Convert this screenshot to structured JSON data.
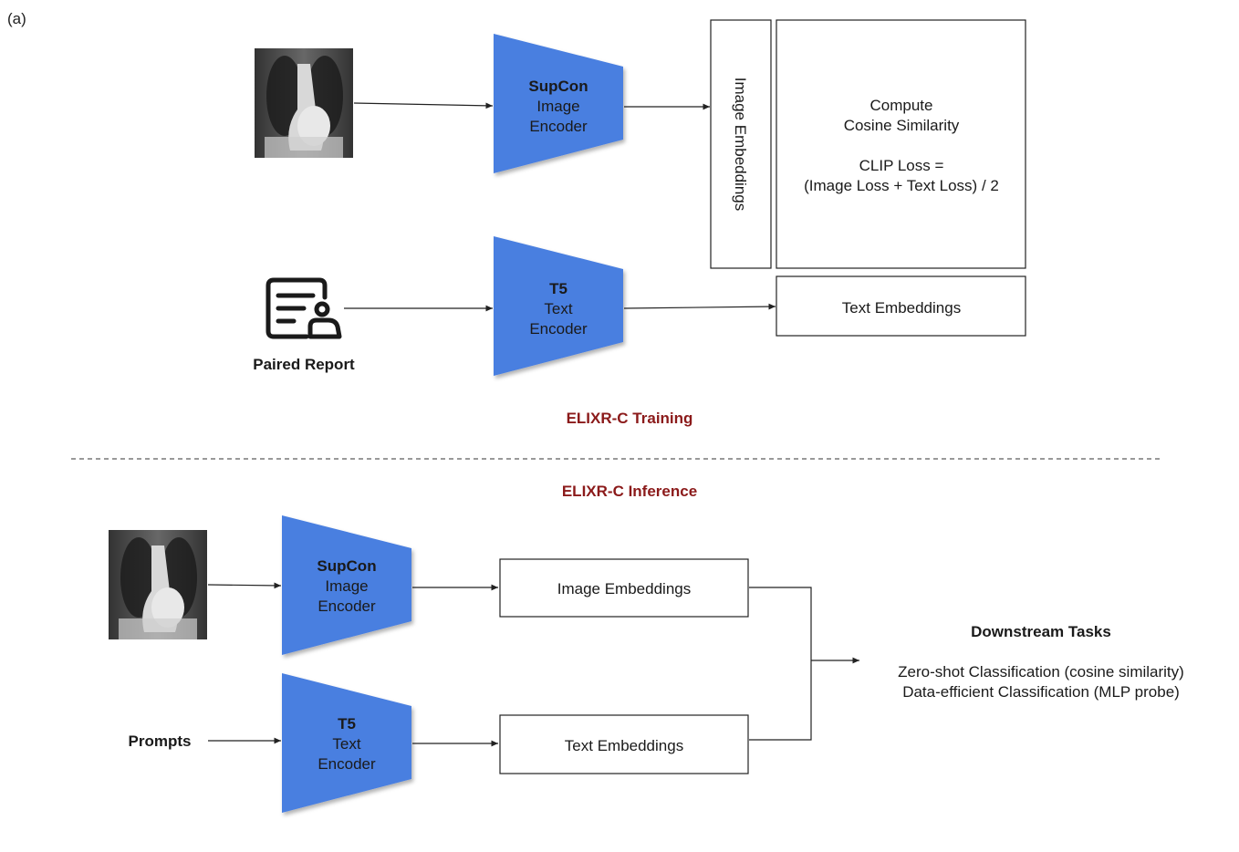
{
  "panel_label": "(a)",
  "colors": {
    "encoder": "#4a7fe0",
    "section_title": "#8b1a1a",
    "stroke": "#222222"
  },
  "training": {
    "title": "ELIXR-C Training",
    "image_encoder": {
      "line1": "SupCon",
      "line2": "Image",
      "line3": "Encoder"
    },
    "text_encoder": {
      "line1": "T5",
      "line2": "Text",
      "line3": "Encoder"
    },
    "image_embeddings": "Image Embeddings",
    "text_embeddings": "Text Embeddings",
    "similarity_box": {
      "line1": "Compute",
      "line2": "Cosine Similarity",
      "line3": "CLIP Loss =",
      "line4": "(Image Loss + Text Loss) / 2"
    },
    "report_label": "Paired Report",
    "report_icon": "report-user-icon",
    "xray_image": "chest-xray-image"
  },
  "inference": {
    "title": "ELIXR-C Inference",
    "image_encoder": {
      "line1": "SupCon",
      "line2": "Image",
      "line3": "Encoder"
    },
    "text_encoder": {
      "line1": "T5",
      "line2": "Text",
      "line3": "Encoder"
    },
    "image_embeddings": "Image Embeddings",
    "text_embeddings": "Text Embeddings",
    "prompts_label": "Prompts",
    "downstream": {
      "title": "Downstream Tasks",
      "task1": "Zero-shot Classification (cosine similarity)",
      "task2": "Data-efficient Classification (MLP probe)"
    },
    "xray_image": "chest-xray-image"
  }
}
